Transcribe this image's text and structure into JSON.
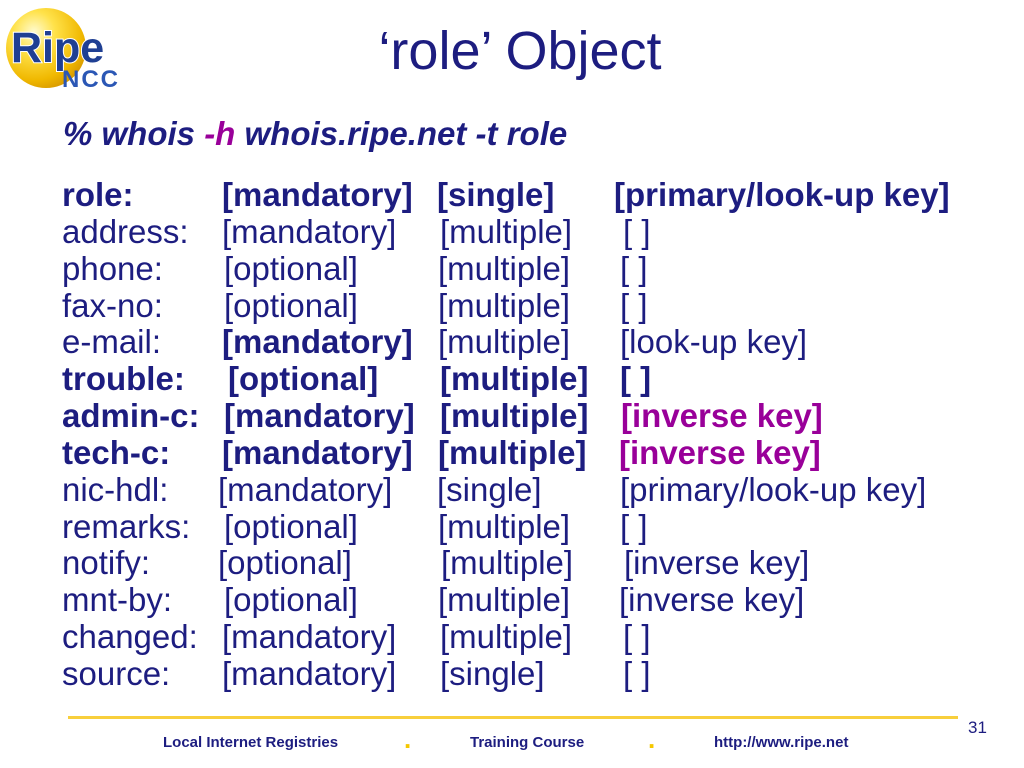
{
  "logo": {
    "top": "Ripe",
    "bottom": "NCC"
  },
  "slide": {
    "title": "‘role’ Object",
    "command": {
      "prefix": "% whois ",
      "flag": "-h",
      "suffix": " whois.ripe.net -t role"
    },
    "fields": [
      {
        "attribute": "role:",
        "status": "[mandatory]",
        "cardinality": "[single]",
        "key": "[primary/look-up key]"
      },
      {
        "attribute": "address:",
        "status": "[mandatory]",
        "cardinality": "[multiple]",
        "key": "[ ]"
      },
      {
        "attribute": "phone:",
        "status": "[optional]",
        "cardinality": "[multiple]",
        "key": "[ ]"
      },
      {
        "attribute": "fax-no:",
        "status": "[optional]",
        "cardinality": "[multiple]",
        "key": "[ ]"
      },
      {
        "attribute": "e-mail:",
        "status": "[mandatory]",
        "cardinality": "[multiple]",
        "key": "[look-up key]"
      },
      {
        "attribute": "trouble:",
        "status": "[optional]",
        "cardinality": "[multiple]",
        "key": "[ ]"
      },
      {
        "attribute": "admin-c:",
        "status": "[mandatory]",
        "cardinality": "[multiple]",
        "key": "[inverse key]"
      },
      {
        "attribute": "tech-c:",
        "status": "[mandatory]",
        "cardinality": "[multiple]",
        "key": "[inverse key]"
      },
      {
        "attribute": "nic-hdl:",
        "status": "[mandatory]",
        "cardinality": "[single]",
        "key": "[primary/look-up key]"
      },
      {
        "attribute": "remarks:",
        "status": "[optional]",
        "cardinality": "[multiple]",
        "key": "[ ]"
      },
      {
        "attribute": "notify:",
        "status": "[optional]",
        "cardinality": "[multiple]",
        "key": "[inverse key]"
      },
      {
        "attribute": "mnt-by:",
        "status": "[optional]",
        "cardinality": "[multiple]",
        "key": "[inverse key]"
      },
      {
        "attribute": "changed:",
        "status": "[mandatory]",
        "cardinality": "[multiple]",
        "key": "[ ]"
      },
      {
        "attribute": "source:",
        "status": "[mandatory]",
        "cardinality": "[single]",
        "key": "[ ]"
      }
    ],
    "page_number": "31"
  },
  "footer": {
    "left": "Local Internet Registries",
    "center": "Training Course",
    "right": "http://www.ripe.net",
    "separator": "."
  },
  "colors": {
    "text": "#1d1d80",
    "accent": "#990099",
    "rule": "#f8cf3c",
    "logo_gold": "#f0b800"
  }
}
